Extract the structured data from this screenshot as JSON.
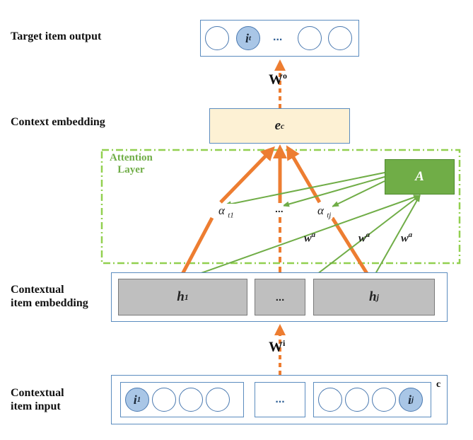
{
  "labels": {
    "target_output": "Target item output",
    "context_embedding": "Context embedding",
    "contextual_item_embedding_l1": "Contextual",
    "contextual_item_embedding_l2": "item embedding",
    "contextual_item_input_l1": "Contextual",
    "contextual_item_input_l2": "item input"
  },
  "output_layer": {
    "item_symbol": "i",
    "item_sub": "t",
    "dots": "..."
  },
  "weights": {
    "w_o": "W",
    "w_o_sup": "o",
    "w_i": "W",
    "w_i_sup": "i",
    "w_a": "w",
    "w_a_sup": "a"
  },
  "context_box": {
    "symbol": "e",
    "sub": "c"
  },
  "attention": {
    "title_l1": "Attention",
    "title_l2": "Layer",
    "a_box": "A",
    "alpha_symbol": "α",
    "alpha_1_sub": "t1",
    "alpha_j_sub": "tj",
    "dots": "..."
  },
  "embedding_layer": {
    "h1_symbol": "h",
    "h1_sub": "1",
    "middle": "...",
    "hj_symbol": "h",
    "hj_sub": "j"
  },
  "input_layer": {
    "first_symbol": "i",
    "first_sub": "1",
    "middle": "...",
    "last_symbol": "i",
    "last_sub": "j",
    "corner_label": "c"
  },
  "colors": {
    "orange": "#ed7d31",
    "green": "#70ad47",
    "blue_border": "#5b8cbf",
    "context_fill": "#fdf1d4",
    "grey_fill": "#bfbfbf",
    "circle_fill": "#a9c6e6"
  }
}
